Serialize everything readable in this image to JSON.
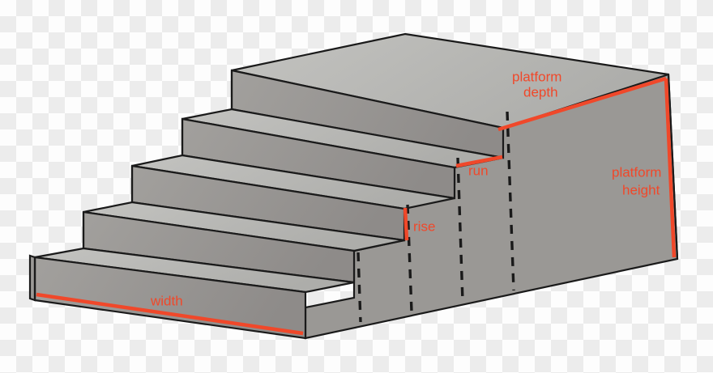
{
  "diagram": {
    "title": "stair-dimensions-diagram",
    "background": "transparency-checkerboard",
    "colors": {
      "tread_top": "#b9b9b6",
      "riser_face": "#969390",
      "side_face": "#9c9a97",
      "platform_side": "#9a9895",
      "outline": "#1a1a1a",
      "accent": "#f0482a",
      "dashed": "#1a1a1a",
      "checker_light": "#fdfdfd",
      "checker_dark": "#ececec"
    },
    "step_count": 5
  },
  "labels": {
    "platform_depth_line1": "platform",
    "platform_depth_line2": "depth",
    "platform_height_line1": "platform",
    "platform_height_line2": "height",
    "run": "run",
    "rise": "rise",
    "width": "width"
  },
  "annotations": [
    {
      "name": "platform-depth",
      "text": "platform depth",
      "color": "#f0482a",
      "orientation": "diagonal"
    },
    {
      "name": "platform-height",
      "text": "platform height",
      "color": "#f0482a",
      "orientation": "vertical"
    },
    {
      "name": "run",
      "text": "run",
      "color": "#f0482a",
      "orientation": "diagonal"
    },
    {
      "name": "rise",
      "text": "rise",
      "color": "#f0482a",
      "orientation": "vertical"
    },
    {
      "name": "width",
      "text": "width",
      "color": "#f0482a",
      "orientation": "diagonal"
    }
  ]
}
